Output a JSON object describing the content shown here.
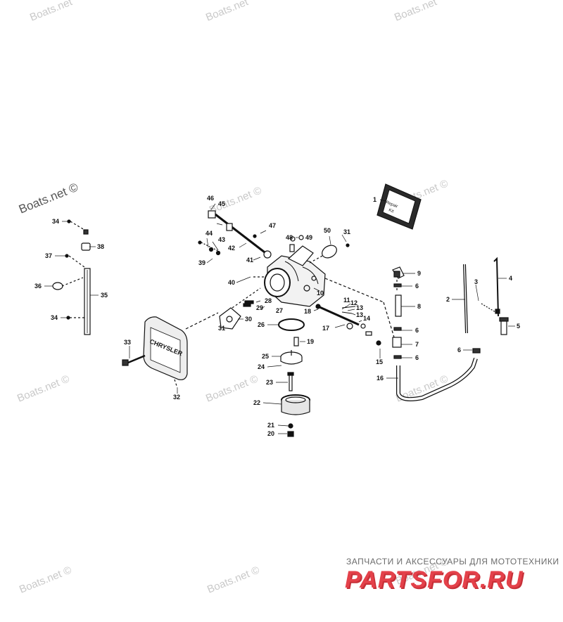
{
  "watermarks": [
    "Boats.net",
    "Boats.net",
    "Boats.net",
    "Boats.net ©",
    "Boats.net ©",
    "Boats.net ©",
    "Boats.net ©",
    "Boats.net ©",
    "Boats.net ©",
    "Boats.net ©",
    "Boats.net ©",
    "Boats.net ©"
  ],
  "part_labels": {
    "p1": "1",
    "p2": "2",
    "p3": "3",
    "p4": "4",
    "p5": "5",
    "p6a": "6",
    "p6b": "6",
    "p6c": "6",
    "p6d": "6",
    "p7": "7",
    "p8": "8",
    "p9": "9",
    "p10": "10",
    "p11": "11",
    "p12": "12",
    "p13a": "13",
    "p13b": "13",
    "p14": "14",
    "p15": "15",
    "p16": "16",
    "p17": "17",
    "p18": "18",
    "p19": "19",
    "p20": "20",
    "p21": "21",
    "p22": "22",
    "p23": "23",
    "p24": "24",
    "p25": "25",
    "p26": "26",
    "p27": "27",
    "p28": "28",
    "p29": "29",
    "p30": "30",
    "p31a": "31",
    "p31b": "31",
    "p32": "32",
    "p33": "33",
    "p34a": "34",
    "p34b": "34",
    "p35": "35",
    "p36": "36",
    "p37": "37",
    "p38": "38",
    "p39": "39",
    "p40": "40",
    "p41": "41",
    "p42": "42",
    "p43": "43",
    "p44": "44",
    "p45": "45",
    "p46": "46",
    "p47": "47",
    "p48": "48",
    "p49": "49",
    "p50": "50"
  },
  "cover_logo": "CHRYSLER",
  "kit_label_line1": "Repair",
  "kit_label_line2": "Kit",
  "branding": {
    "tagline": "ЗАПЧАСТИ И АКСЕССУАРЫ ДЛЯ МОТОТЕХНИКИ",
    "logo": "PARTSFOR.RU"
  },
  "colors": {
    "line": "#111111",
    "watermark": "#c9c9c9",
    "logo_red": "#e4414a",
    "tagline_grey": "#6b6b6b"
  }
}
